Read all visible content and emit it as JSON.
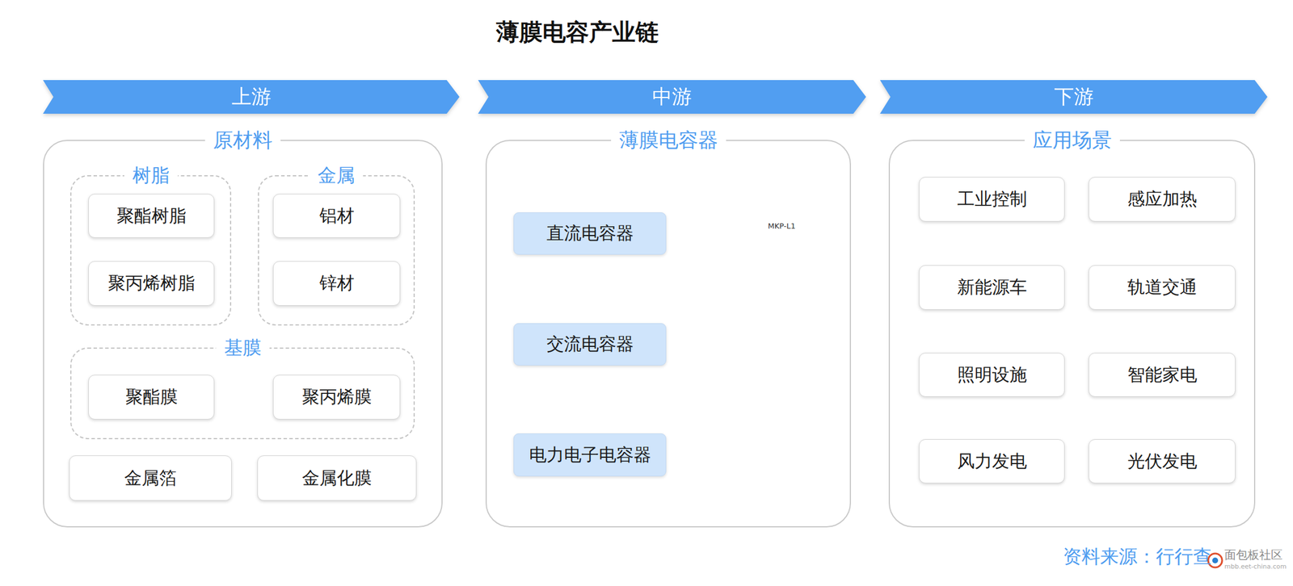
{
  "diagram": {
    "title": "薄膜电容产业链",
    "nodes": [
      {
        "text": [
          "上游"
        ]
      },
      {
        "text": [
          "原材料"
        ]
      },
      {
        "text": [
          "树脂"
        ],
        "in": 1
      },
      {
        "text": [
          "聚酯树脂"
        ],
        "in": 2
      },
      {
        "text": [
          "聚丙烯树脂"
        ],
        "in": 2
      },
      {
        "text": [
          "金属"
        ],
        "in": 1
      },
      {
        "text": [
          "铝材"
        ],
        "in": 5
      },
      {
        "text": [
          "锌材"
        ],
        "in": 5
      },
      {
        "text": [
          "基膜"
        ],
        "in": 1
      },
      {
        "text": [
          "聚酯膜"
        ],
        "in": 8
      },
      {
        "text": [
          "聚丙烯膜"
        ],
        "in": 8
      },
      {
        "text": [
          "金属箔"
        ],
        "in": 1
      },
      {
        "text": [
          "金属化膜"
        ],
        "in": 1
      },
      {
        "text": [
          "中游"
        ]
      },
      {
        "text": [
          "薄膜电容器"
        ]
      },
      {
        "text": [
          "直流电容器"
        ],
        "in": 14
      },
      {
        "text": [
          "交流电容器"
        ],
        "in": 14
      },
      {
        "text": [
          "电力电子电容器"
        ],
        "in": 14
      },
      {
        "text": [
          "下游"
        ]
      },
      {
        "text": [
          "应用场景"
        ]
      },
      {
        "text": [
          "工业控制"
        ],
        "in": 19
      },
      {
        "text": [
          "感应加热"
        ],
        "in": 19
      },
      {
        "text": [
          "新能源车"
        ],
        "in": 19
      },
      {
        "text": [
          "轨道交通"
        ],
        "in": 19
      },
      {
        "text": [
          "照明设施"
        ],
        "in": 19
      },
      {
        "text": [
          "智能家电"
        ],
        "in": 19
      },
      {
        "text": [
          "风力发电"
        ],
        "in": 19
      },
      {
        "text": [
          "光伏发电"
        ],
        "in": 19
      }
    ],
    "labels": [
      "MKP-L1",
      "资料来源：行行查",
      "面包板社区",
      "mbb.eet-china.com"
    ]
  }
}
